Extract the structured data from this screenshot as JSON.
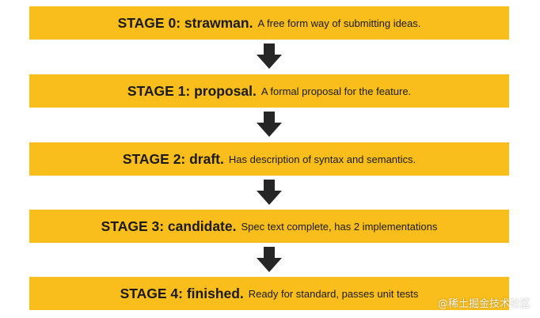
{
  "colors": {
    "box_fill": "#f9bd1c",
    "arrow_fill": "#262626"
  },
  "stages": [
    {
      "title": "STAGE 0: strawman.",
      "description": "A free form way of submitting ideas."
    },
    {
      "title": "STAGE 1: proposal.",
      "description": "A formal proposal for the feature."
    },
    {
      "title": "STAGE 2: draft.",
      "description": "Has description of syntax and semantics."
    },
    {
      "title": "STAGE 3: candidate.",
      "description": "Spec text complete, has 2 implementations"
    },
    {
      "title": "STAGE 4: finished.",
      "description": "Ready for standard, passes unit tests"
    }
  ],
  "arrow_icon": "down-arrow-icon",
  "watermark": "@稀土掘金技术社区"
}
